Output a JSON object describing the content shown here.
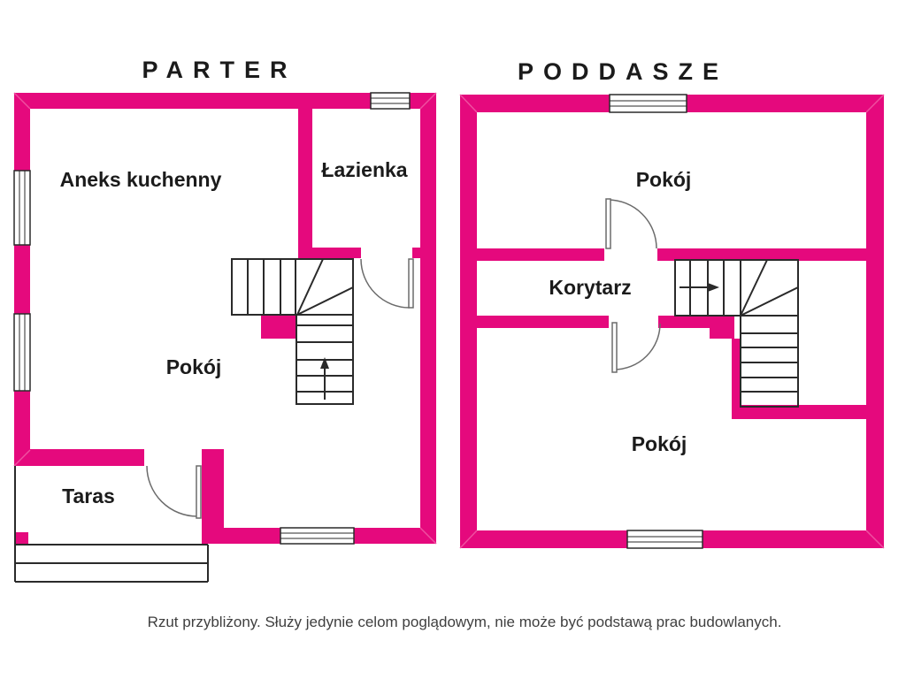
{
  "palette": {
    "wall": "#e5097d",
    "wall_miter": "#ef4fa0",
    "line": "#2a2a2a",
    "door_arc": "#6b6b6b",
    "label": "#1b1b1b",
    "footer_text": "#3f3f3f"
  },
  "floors": {
    "parter": {
      "title": "PARTER",
      "rooms": {
        "kitchen": "Aneks kuchenny",
        "bathroom": "Łazienka",
        "room": "Pokój",
        "terrace": "Taras"
      }
    },
    "poddasze": {
      "title": "PODDASZE",
      "rooms": {
        "room_top": "Pokój",
        "corridor": "Korytarz",
        "room_bottom": "Pokój"
      }
    }
  },
  "footer": {
    "disclaimer": "Rzut przybliżony. Służy jedynie celom poglądowym, nie może być podstawą prac budowlanych."
  }
}
